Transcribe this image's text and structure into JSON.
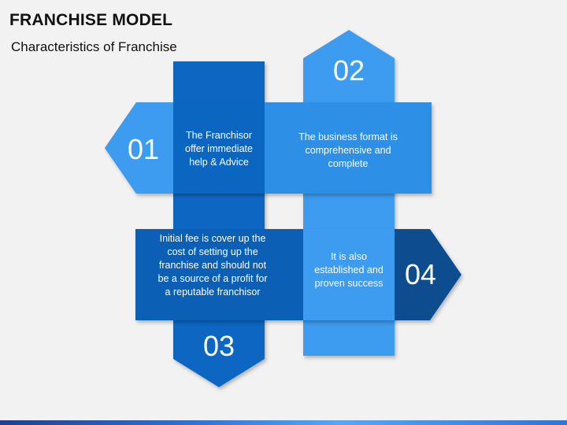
{
  "header": {
    "title": "FRANCHISE MODEL",
    "subtitle": "Characteristics of Franchise"
  },
  "items": [
    {
      "number": "01",
      "text": "The Franchisor offer immediate help & Advice",
      "color": "#2e8fe6"
    },
    {
      "number": "02",
      "text": "The business format is comprehensive and complete",
      "color": "#3d9cf0"
    },
    {
      "number": "03",
      "text": "Initial fee is cover up the cost of setting up the franchise and should not be a source of a profit for a reputable franchisor",
      "color": "#0b66c2"
    },
    {
      "number": "04",
      "text": "It is also established and proven success",
      "color": "#0a4d8f"
    }
  ],
  "colors": {
    "light_blue": "#3d9cf0",
    "mid_blue": "#1c7fdc",
    "dark_blue": "#0b5fb4",
    "navy": "#0a4d8f",
    "background": "#f2f2f2"
  }
}
